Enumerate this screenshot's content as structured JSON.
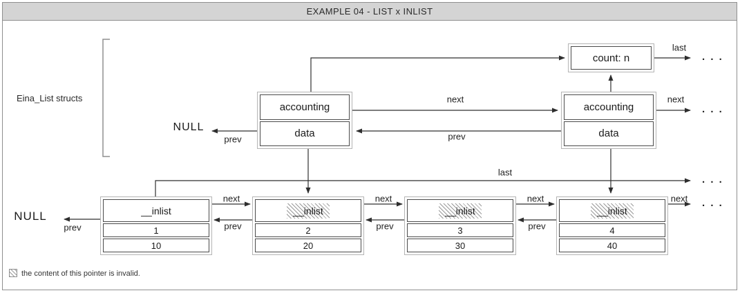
{
  "title": "EXAMPLE 04 - LIST x INLIST",
  "bracket_label": "Eina_List structs",
  "null_label": "NULL",
  "count_box": "count: n",
  "labels": {
    "next": "next",
    "prev": "prev",
    "last": "last",
    "ellipsis": ". . ."
  },
  "list_nodes": [
    {
      "accounting": "accounting",
      "data": "data"
    },
    {
      "accounting": "accounting",
      "data": "data"
    }
  ],
  "inlist_nodes": [
    {
      "header": "__inlist",
      "invalid": false,
      "value1": "1",
      "value2": "10"
    },
    {
      "header": "__inlist",
      "invalid": true,
      "value1": "2",
      "value2": "20"
    },
    {
      "header": "__inlist",
      "invalid": true,
      "value1": "3",
      "value2": "30"
    },
    {
      "header": "__inlist",
      "invalid": true,
      "value1": "4",
      "value2": "40"
    }
  ],
  "legend": {
    "text": "the content of this pointer is invalid."
  }
}
